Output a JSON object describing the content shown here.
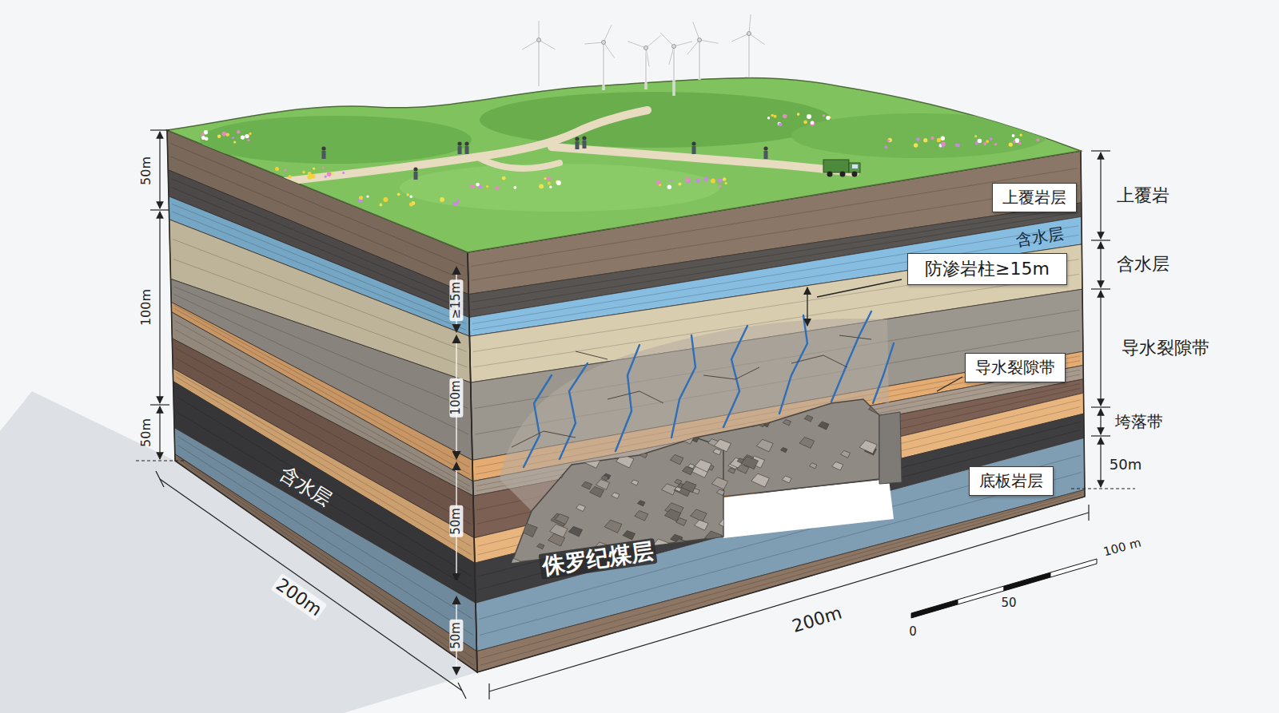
{
  "diagram": {
    "nodes": [
      {
        "text": [
          "上覆岩层"
        ]
      },
      {
        "text": [
          "防渗岩柱≥15m"
        ]
      },
      {
        "text": [
          "导水裂隙带"
        ]
      },
      {
        "text": [
          "底板岩层"
        ]
      }
    ],
    "labels": [
      "50m",
      "100m",
      "50m",
      "≥15m",
      "100m",
      "50m",
      "50m",
      "含水层",
      "侏罗纪煤层",
      "200m",
      "200m",
      "含水层",
      "上覆岩",
      "含水层",
      "导水裂隙带",
      "垮落带",
      "50m",
      "0",
      "50",
      "100 m"
    ]
  }
}
